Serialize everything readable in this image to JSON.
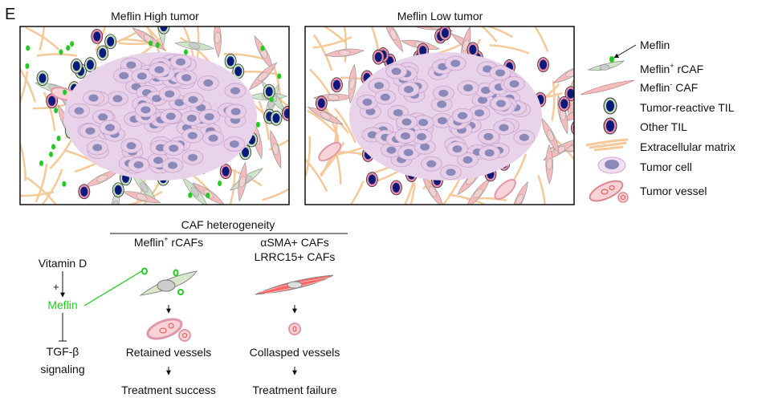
{
  "panel_label": "E",
  "panels": {
    "high": {
      "title": "Meflin High tumor"
    },
    "low": {
      "title": "Meflin Low tumor"
    }
  },
  "legend": {
    "items": [
      {
        "label": "Meflin",
        "icon": "meflin-dot-icon"
      },
      {
        "label": "Meflin",
        "sup": "+",
        "suffix": " rCAF",
        "icon": "meflin-positive-rcaf-icon"
      },
      {
        "label": "Meflin",
        "sup": "-",
        "suffix": " CAF",
        "icon": "meflin-negative-caf-icon"
      },
      {
        "label": "Tumor-reactive TIL",
        "icon": "tumor-reactive-til-icon"
      },
      {
        "label": "Other TIL",
        "icon": "other-til-icon"
      },
      {
        "label": "Extracellular matrix",
        "icon": "extracellular-matrix-icon"
      },
      {
        "label": "Tumor cell",
        "icon": "tumor-cell-icon"
      },
      {
        "label": "Tumor vessel",
        "icon": "tumor-vessel-icon"
      }
    ]
  },
  "schema": {
    "heading": "CAF heterogeneity",
    "left_col": {
      "title": "Meflin",
      "title_sup": "+",
      "title_suffix": " rCAFs",
      "vessels": "Retained vessels",
      "outcome": "Treatment success"
    },
    "right_col": {
      "title1": "αSMA+ CAFs",
      "title2": "LRRC15+ CAFs",
      "vessels": "Collasped vessels",
      "outcome": "Treatment failure"
    },
    "pathway": {
      "vitamin_d": "Vitamin D",
      "plus": "+",
      "meflin": "Meflin",
      "tgf1": "TGF-β",
      "tgf2": "signaling"
    }
  },
  "colors": {
    "meflin_green": "#1fcc1f",
    "til_blue": "#0a1a7a",
    "caf_pink": "#f2b8b8",
    "tumor": "#d9c2dc",
    "ecm": "#f5c999"
  }
}
